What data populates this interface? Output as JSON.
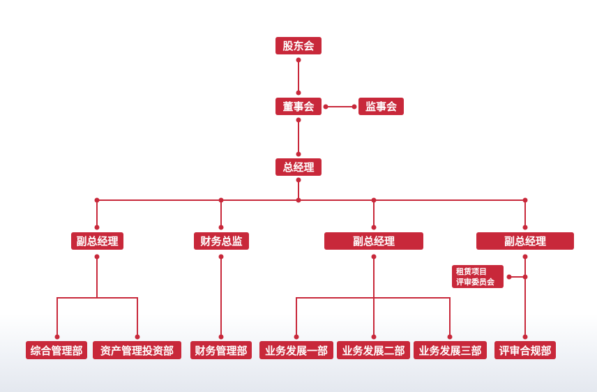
{
  "colors": {
    "accent": "#c8283a"
  },
  "nodes": {
    "shareholders": "股东会",
    "board": "董事会",
    "supervisors": "监事会",
    "gm": "总经理",
    "vp1": "副总经理",
    "cfo": "财务总监",
    "vp2": "副总经理",
    "vp3": "副总经理",
    "committee_line1": "租赁项目",
    "committee_line2": "评审委员会",
    "dept_general": "综合管理部",
    "dept_asset": "资产管理投资部",
    "dept_finance": "财务管理部",
    "dept_biz1": "业务发展一部",
    "dept_biz2": "业务发展二部",
    "dept_biz3": "业务发展三部",
    "dept_review": "评审合规部"
  }
}
